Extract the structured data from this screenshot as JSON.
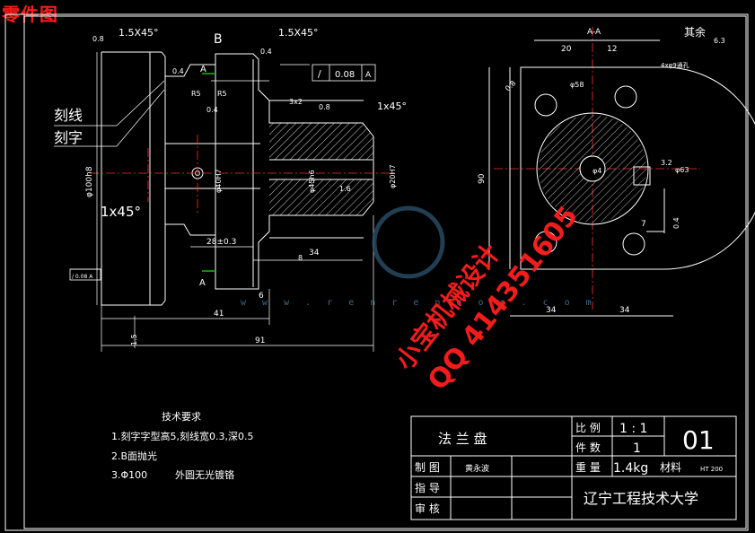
{
  "header": {
    "title": "零件图"
  },
  "colors": {
    "outline": "#ffffff",
    "center": "#ff3030",
    "dim": "#ffffff",
    "hatch": "#ffffff",
    "watermark": "#ff1e1e",
    "accent": "#00c000"
  },
  "view_front": {
    "label_b": "B",
    "chamfer_left": "1.5X45°",
    "chamfer_mid": "1.5X45°",
    "rough_08a": "0.8",
    "rough_04a": "0.4",
    "rough_04b": "0.4",
    "rough_04c": "0.4",
    "rough_08b": "0.8",
    "tol_symbol": "/",
    "tol_value": "0.08",
    "tol_datum": "A",
    "groove": "3x2",
    "chamfer_right": "1x45°",
    "r5a": "R5",
    "r5b": "R5",
    "engrave_line": "刻线",
    "engrave_char": "刻字",
    "dia_100": "φ100h8",
    "dia_40": "φ40H7",
    "dia_45": "φ45h6",
    "dia_20": "φ20H7",
    "chamfer_big": "1x45°",
    "rough_16": "1.6",
    "dim_28": "28±0.3",
    "dim_34": "34",
    "dim_41": "41",
    "dim_6": "6",
    "dim_91": "91",
    "dim_15": "1.5",
    "dim_8": "8",
    "section_a": "A",
    "section_a2": "A",
    "tol_left": "/ 0.08 A"
  },
  "view_side": {
    "title": "A-A",
    "dim_20": "20",
    "dim_12": "12",
    "holes": "4xφ9通孔",
    "dia_58": "φ58",
    "dia_4": "φ4",
    "dim_90": "90",
    "rough_32": "3.2",
    "dia_63": "φ63",
    "dim_7": "7",
    "dim_34a": "34",
    "dim_34b": "34",
    "dim_08": "0.8",
    "rough_04": "0.4"
  },
  "roughness_note": "其余",
  "roughness_value": "6.3",
  "tech_requirements": {
    "heading": "技术要求",
    "item1": "1.刻字字型高5,刻线宽0.3,深0.5",
    "item2": "2.B面抛光",
    "item3_a": "3.Φ100",
    "item3_b": "外圆无光镀铬"
  },
  "title_block": {
    "part_name": "法    兰    盘",
    "scale_label": "比 例",
    "scale_value": "1 : 1",
    "qty_label": "件 数",
    "qty_value": "1",
    "drawing_no": "01",
    "weight_label": "重 量",
    "weight_value": "1.4kg",
    "material_label": "材料",
    "material_value": "HT 200",
    "drawn_label": "制 图",
    "drawn_by": "黄永波",
    "guide_label": "指 导",
    "review_label": "审 核",
    "school": "辽宁工程技术大学"
  },
  "watermark": {
    "line1": "小宝机械设计",
    "line2": "QQ 414351605",
    "site": "w w w . r e n r e n d o c . c o m"
  }
}
